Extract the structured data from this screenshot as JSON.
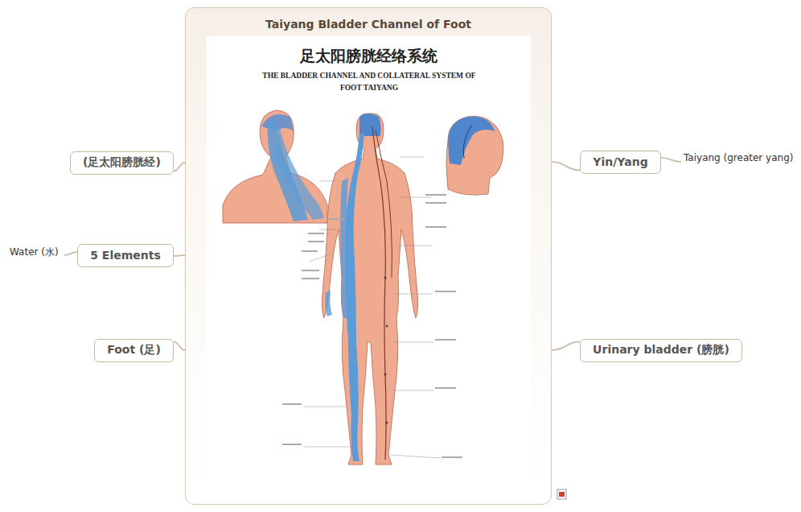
{
  "diagram": {
    "nodes": [
      {
        "text": [
          "Taiyang Bladder Channel of Foot"
        ]
      },
      {
        "text": [
          "足太阳膀胱经络系统",
          "THE BLADDER CHANNEL AND COLLATERAL SYSTEM OF FOOT TAIYANG"
        ],
        "in": 0
      },
      {
        "text": [
          "(足太阳膀胱经)"
        ]
      },
      {
        "text": [
          "5 Elements"
        ]
      },
      {
        "text": [
          "Water (水)"
        ]
      },
      {
        "text": [
          "Foot (足)"
        ]
      },
      {
        "text": [
          "Yin/Yang"
        ]
      },
      {
        "text": [
          "Taiyang (greater yang)"
        ]
      },
      {
        "text": [
          "Urinary bladder (膀胱)"
        ]
      }
    ],
    "edges": [
      {
        "from": 0,
        "to": 2,
        "arrow": "none"
      },
      {
        "from": 0,
        "to": 3,
        "arrow": "none"
      },
      {
        "from": 3,
        "to": 4,
        "arrow": "none"
      },
      {
        "from": 0,
        "to": 5,
        "arrow": "none"
      },
      {
        "from": 0,
        "to": 6,
        "arrow": "none"
      },
      {
        "from": 6,
        "to": 7,
        "arrow": "none"
      },
      {
        "from": 0,
        "to": 8,
        "arrow": "none"
      }
    ]
  }
}
